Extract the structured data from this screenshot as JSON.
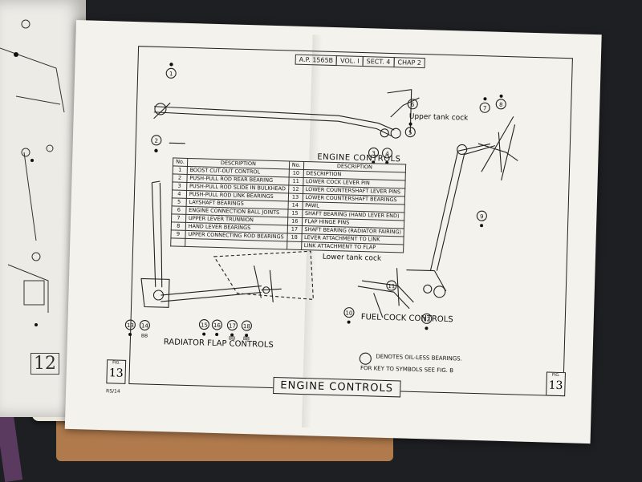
{
  "document": {
    "reference": [
      "A.P. 1565B",
      "VOL. I",
      "SECT. 4",
      "CHAP 2"
    ],
    "table_title": "ENGINE CONTROLS",
    "table": {
      "headers": [
        "No.",
        "DESCRIPTION",
        "No.",
        "DESCRIPTION"
      ],
      "left": [
        {
          "no": "1",
          "desc": "BOOST CUT-OUT CONTROL"
        },
        {
          "no": "2",
          "desc": "PUSH-PULL ROD REAR BEARING"
        },
        {
          "no": "3",
          "desc": "PUSH-PULL ROD SLIDE IN BULKHEAD"
        },
        {
          "no": "4",
          "desc": "PUSH-PULL ROD LINK BEARINGS"
        },
        {
          "no": "5",
          "desc": "LAYSHAFT BEARINGS"
        },
        {
          "no": "6",
          "desc": "ENGINE CONNECTION BALL JOINTS"
        },
        {
          "no": "7",
          "desc": "UPPER LEVER TRUNNION"
        },
        {
          "no": "8",
          "desc": "HAND LEVER BEARINGS"
        },
        {
          "no": "9",
          "desc": "UPPER CONNECTING ROD BEARINGS"
        }
      ],
      "right": [
        {
          "no": "10",
          "desc": "DESCRIPTION"
        },
        {
          "no": "11",
          "desc": "LOWER COCK LEVER PIN"
        },
        {
          "no": "12",
          "desc": "LOWER COUNTERSHAFT LEVER PINS"
        },
        {
          "no": "13",
          "desc": "LOWER COUNTERSHAFT BEARINGS"
        },
        {
          "no": "14",
          "desc": "PAWL"
        },
        {
          "no": "15",
          "desc": "SHAFT BEARING (HAND LEVER END)"
        },
        {
          "no": "16",
          "desc": "FLAP HINGE PINS"
        },
        {
          "no": "17",
          "desc": "SHAFT BEARING (RADIATOR FAIRING)"
        },
        {
          "no": "18",
          "desc": "LEVER ATTACHMENT TO LINK"
        },
        {
          "no": "",
          "desc": "LINK ATTACHMENT TO FLAP"
        }
      ]
    },
    "labels": {
      "upper_tank_cock": "Upper tank cock",
      "lower_tank_cock": "Lower tank cock",
      "fuel_cock_controls": "FUEL COCK CONTROLS",
      "radiator_flap_controls": "RADIATOR FLAP CONTROLS",
      "note_line1": "DENOTES OIL-LESS BEARINGS.",
      "note_line2": "FOR KEY TO SYMBOLS SEE FIG. B",
      "bottom_title": "ENGINE CONTROLS",
      "fig_label": "FIG.",
      "fig_number": "13",
      "bb": "BB",
      "code": "RS/14",
      "left_page_number": "12"
    },
    "callouts": {
      "c1": "1",
      "c2": "2",
      "c3": "3",
      "c4": "4",
      "c5": "5",
      "c6": "6",
      "c7": "7",
      "c8": "8",
      "c9": "9",
      "c10": "10",
      "c11": "11",
      "c12": "12",
      "c13": "13",
      "c14": "14",
      "c15": "15",
      "c16": "16",
      "c17": "17",
      "c18": "18"
    }
  }
}
